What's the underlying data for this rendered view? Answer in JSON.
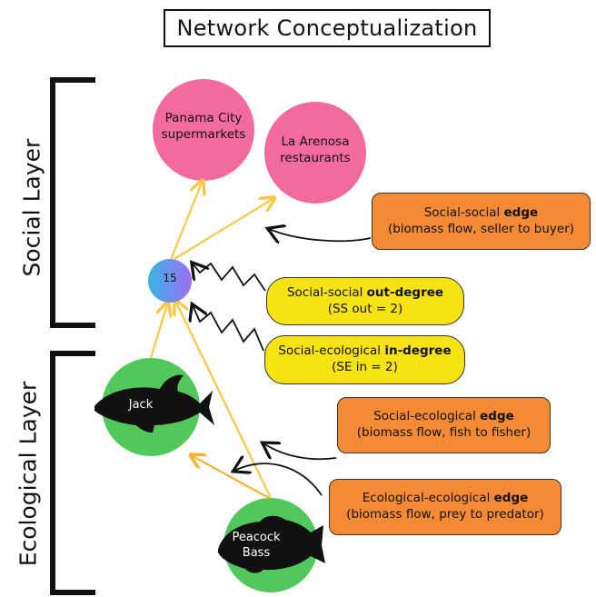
{
  "title": "Network Conceptualization",
  "layers": {
    "social": "Social Layer",
    "ecological": "Ecological Layer"
  },
  "nodes": {
    "supermarkets": "Panama City\nsupermarkets",
    "restaurants": "La Arenosa\nrestaurants",
    "fisher": "15",
    "jack": "Jack",
    "peacock_bass": "Peacock\nBass"
  },
  "callouts": {
    "ss_edge": {
      "prefix": "Social-social ",
      "bold": "edge",
      "detail": "(biomass flow, seller to buyer)"
    },
    "ss_outdegree": {
      "prefix": "Social-social ",
      "bold": "out-degree",
      "detail": "(SS out = 2)"
    },
    "se_indegree": {
      "prefix": "Social-ecological ",
      "bold": "in-degree",
      "detail": "(SE in = 2)"
    },
    "se_edge": {
      "prefix": "Social-ecological ",
      "bold": "edge",
      "detail": "(biomass flow, fish to fisher)"
    },
    "ee_edge": {
      "prefix": "Ecological-ecological ",
      "bold": "edge",
      "detail": "(biomass flow, prey to predator)"
    }
  },
  "colors": {
    "social_node": "#f36a9c",
    "ecological_node": "#52c85a",
    "edge": "#f7c747",
    "edge_ee": "#f5b335",
    "callout_orange": "#f58a34",
    "callout_yellow": "#f7e214",
    "fisher_gradient_start": "#36b5e0",
    "fisher_gradient_end": "#a26cf5"
  }
}
